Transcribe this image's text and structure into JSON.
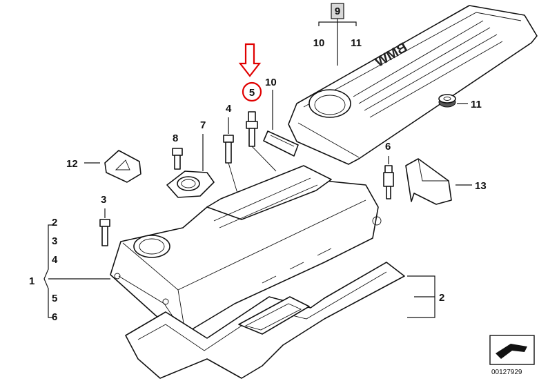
{
  "labels": {
    "part_9": "9",
    "part_10_top": "10",
    "part_11_top": "11",
    "part_10_gasket": "10",
    "part_5": "5",
    "part_4": "4",
    "part_7": "7",
    "part_8": "8",
    "part_12": "12",
    "part_11_grommet": "11",
    "part_6": "6",
    "part_13": "13",
    "part_3": "3",
    "group_2": "2",
    "group_3": "3",
    "group_4": "4",
    "group_1": "1",
    "group_5": "5",
    "group_6": "6",
    "part_2_gasket": "2"
  },
  "cover_logo": "BMW",
  "reference_number": "00127929",
  "colors": {
    "highlight": "#e00000",
    "label_box": "#d8d8d8"
  },
  "icons": {
    "arrow": "down-arrow-icon",
    "corner": "page-corner-icon"
  }
}
